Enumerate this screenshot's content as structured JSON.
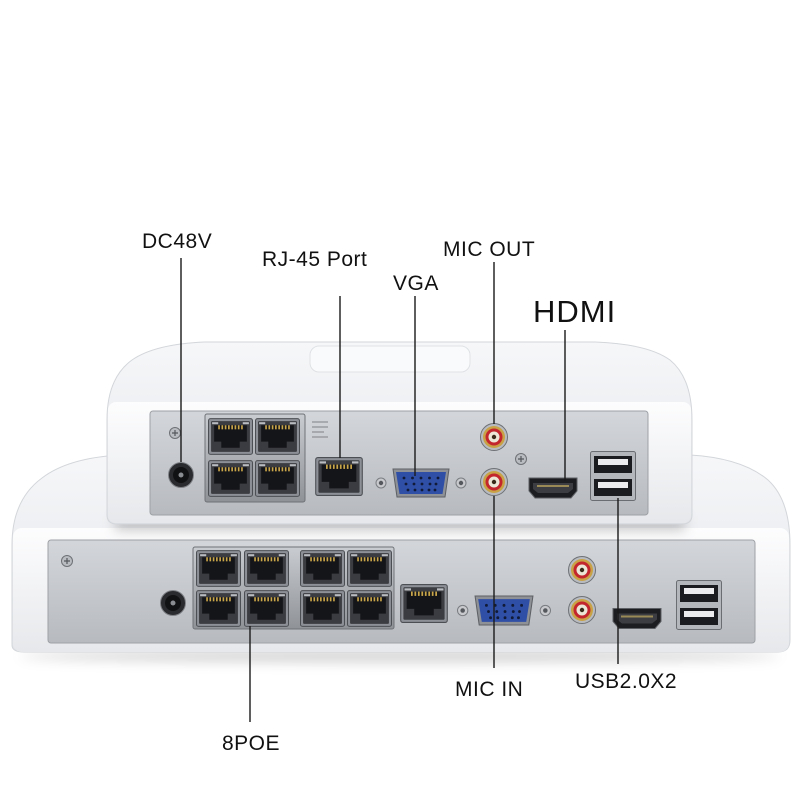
{
  "callouts": {
    "dc48v": "DC48V",
    "rj45_port": "RJ-45 Port",
    "vga": "VGA",
    "mic_out": "MIC OUT",
    "hdmi": "HDMI",
    "mic_in": "MIC IN",
    "usb": "USB2.0X2",
    "poe": "8POE"
  },
  "colors": {
    "background": "#ffffff",
    "rca_red": "#c4262e",
    "vga_blue": "#2f4fa6"
  }
}
